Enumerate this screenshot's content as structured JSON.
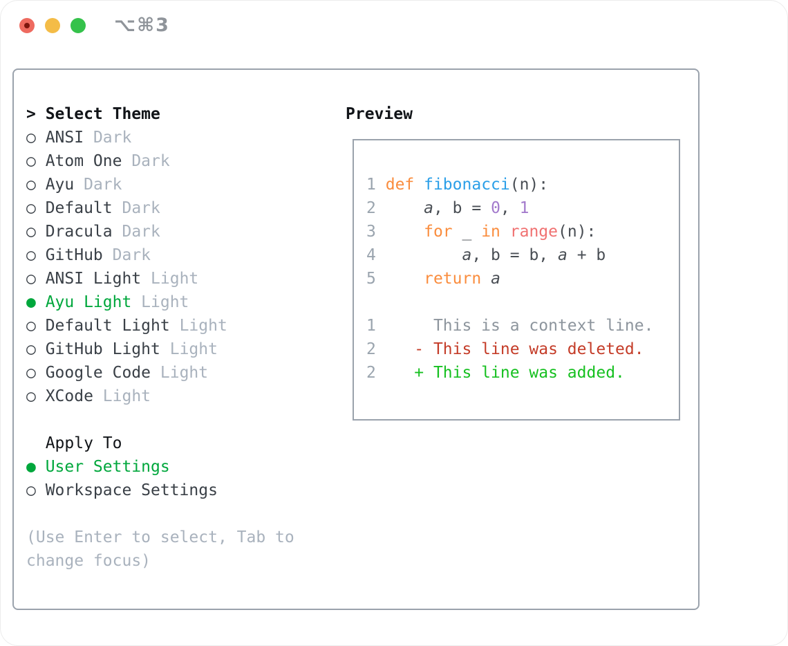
{
  "window": {
    "title": "⌥⌘3",
    "traffic_lights": [
      "close",
      "minimize",
      "maximize"
    ]
  },
  "theme_panel": {
    "header_prefix": ">",
    "header": "Select Theme",
    "themes": [
      {
        "name": "ANSI",
        "variant": "Dark",
        "selected": false
      },
      {
        "name": "Atom One",
        "variant": "Dark",
        "selected": false
      },
      {
        "name": "Ayu",
        "variant": "Dark",
        "selected": false
      },
      {
        "name": "Default",
        "variant": "Dark",
        "selected": false
      },
      {
        "name": "Dracula",
        "variant": "Dark",
        "selected": false
      },
      {
        "name": "GitHub",
        "variant": "Dark",
        "selected": false
      },
      {
        "name": "ANSI Light",
        "variant": "Light",
        "selected": false
      },
      {
        "name": "Ayu Light",
        "variant": "Light",
        "selected": true
      },
      {
        "name": "Default Light",
        "variant": "Light",
        "selected": false
      },
      {
        "name": "GitHub Light",
        "variant": "Light",
        "selected": false
      },
      {
        "name": "Google Code",
        "variant": "Light",
        "selected": false
      },
      {
        "name": "XCode",
        "variant": "Light",
        "selected": false
      }
    ],
    "apply_to": {
      "header": "Apply To",
      "options": [
        {
          "label": "User Settings",
          "selected": true
        },
        {
          "label": "Workspace Settings",
          "selected": false
        }
      ]
    },
    "help_text": "(Use Enter to select, Tab to change focus)"
  },
  "preview": {
    "header": "Preview",
    "code_lines": [
      {
        "number": "1",
        "tokens": [
          {
            "text": "def ",
            "type": "keyword"
          },
          {
            "text": "fibonacci",
            "type": "function"
          },
          {
            "text": "(n):",
            "type": "plain"
          }
        ]
      },
      {
        "number": "2",
        "tokens": [
          {
            "text": "    ",
            "type": "plain"
          },
          {
            "text": "a",
            "type": "variable"
          },
          {
            "text": ", b = ",
            "type": "plain"
          },
          {
            "text": "0",
            "type": "number"
          },
          {
            "text": ", ",
            "type": "plain"
          },
          {
            "text": "1",
            "type": "number"
          }
        ]
      },
      {
        "number": "3",
        "tokens": [
          {
            "text": "    ",
            "type": "plain"
          },
          {
            "text": "for",
            "type": "keyword"
          },
          {
            "text": " _ ",
            "type": "plain"
          },
          {
            "text": "in",
            "type": "keyword"
          },
          {
            "text": " ",
            "type": "plain"
          },
          {
            "text": "range",
            "type": "builtin"
          },
          {
            "text": "(n):",
            "type": "plain"
          }
        ]
      },
      {
        "number": "4",
        "tokens": [
          {
            "text": "        ",
            "type": "plain"
          },
          {
            "text": "a",
            "type": "variable"
          },
          {
            "text": ", b = b, ",
            "type": "plain"
          },
          {
            "text": "a",
            "type": "variable"
          },
          {
            "text": " + b",
            "type": "plain"
          }
        ]
      },
      {
        "number": "5",
        "tokens": [
          {
            "text": "    ",
            "type": "plain"
          },
          {
            "text": "return",
            "type": "keyword"
          },
          {
            "text": " ",
            "type": "plain"
          },
          {
            "text": "a",
            "type": "variable"
          }
        ]
      }
    ],
    "diff_lines": [
      {
        "number": "1",
        "marker": "",
        "text": "This is a context line.",
        "type": "context"
      },
      {
        "number": "2",
        "marker": "-",
        "text": "This line was deleted.",
        "type": "deleted"
      },
      {
        "number": "2",
        "marker": "+",
        "text": "This line was added.",
        "type": "added"
      }
    ]
  },
  "colors": {
    "accent_green": "#00a73c",
    "panel_border": "#9aa2ac",
    "header_text": "#111418",
    "theme_text": "#3a4047",
    "variant_text": "#a9b2bd",
    "help_text": "#a9b2bd",
    "title_text": "#8f949a",
    "traffic_red": "#ee6a5f",
    "traffic_yellow": "#f4bc47",
    "traffic_green": "#35c24b",
    "line_number": "#9aa4ae",
    "code_plain": "#494e54",
    "code_keyword": "#fa8d3e",
    "code_function": "#2b9fe8",
    "code_number": "#a37acc",
    "code_builtin": "#f07171",
    "diff_context": "#8d959d",
    "diff_deleted": "#c43c28",
    "diff_added": "#16c020"
  }
}
